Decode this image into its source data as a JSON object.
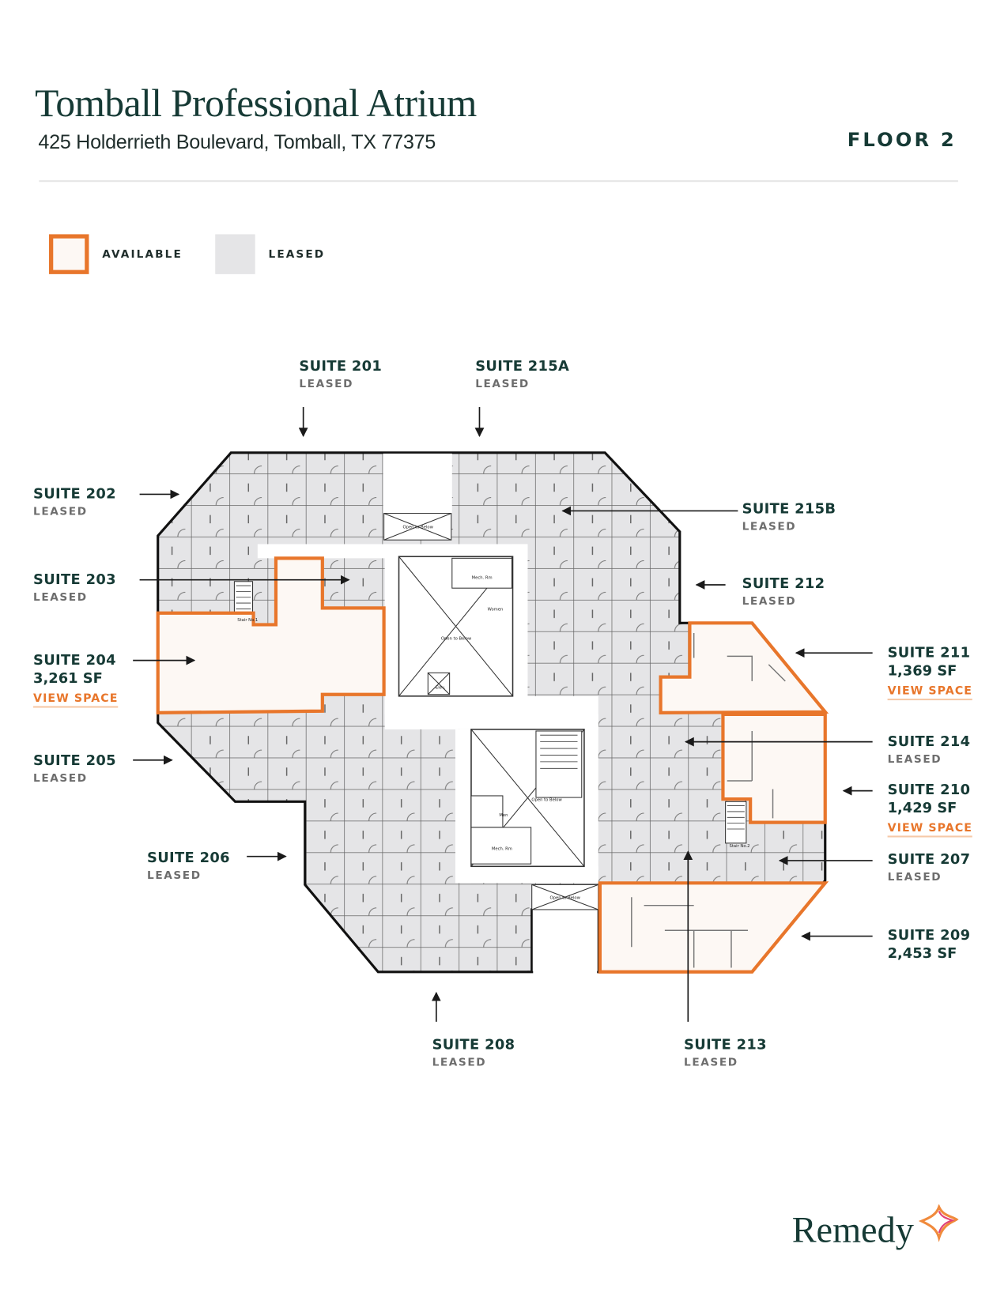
{
  "header": {
    "title": "Tomball Professional Atrium",
    "address": "425 Holderrieth Boulevard, Tomball, TX 77375",
    "floor": "FLOOR 2"
  },
  "legend": {
    "available": "AVAILABLE",
    "leased": "LEASED",
    "available_color": "#e8762b",
    "leased_color": "#e5e5e7"
  },
  "suites": [
    {
      "name": "SUITE 201",
      "status": "LEASED"
    },
    {
      "name": "SUITE 215A",
      "status": "LEASED"
    },
    {
      "name": "SUITE 202",
      "status": "LEASED"
    },
    {
      "name": "SUITE 203",
      "status": "LEASED"
    },
    {
      "name": "SUITE 204",
      "size": "3,261 SF",
      "link": "VIEW SPACE"
    },
    {
      "name": "SUITE 205",
      "status": "LEASED"
    },
    {
      "name": "SUITE 206",
      "status": "LEASED"
    },
    {
      "name": "SUITE 208",
      "status": "LEASED"
    },
    {
      "name": "SUITE 213",
      "status": "LEASED"
    },
    {
      "name": "SUITE 215B",
      "status": "LEASED"
    },
    {
      "name": "SUITE 212",
      "status": "LEASED"
    },
    {
      "name": "SUITE 211",
      "size": "1,369 SF",
      "link": "VIEW SPACE"
    },
    {
      "name": "SUITE 214",
      "status": "LEASED"
    },
    {
      "name": "SUITE 210",
      "size": "1,429 SF",
      "link": "VIEW SPACE"
    },
    {
      "name": "SUITE 207",
      "status": "LEASED"
    },
    {
      "name": "SUITE 209",
      "size": "2,453 SF"
    }
  ],
  "plan_labels": {
    "open_below": "Open to Below",
    "mech": "Mech. Rm",
    "women": "Women",
    "men": "Men",
    "elev": "Elev.",
    "stair1": "Stair No.1",
    "stair2": "Stair No.2"
  },
  "brand": {
    "logo": "Remedy"
  }
}
